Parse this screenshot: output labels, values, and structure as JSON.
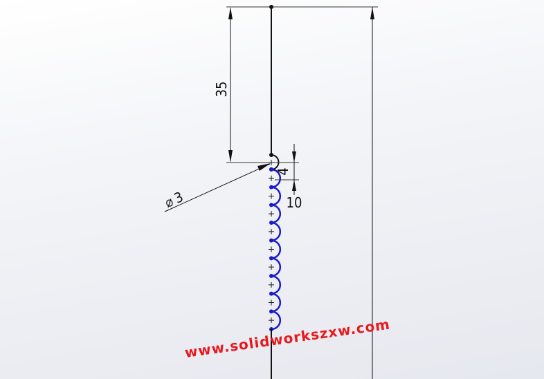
{
  "app": "SolidWorks sketch view",
  "colors": {
    "sketch_line": "#111111",
    "dimension_line": "#222222",
    "selected_geometry": "#1a1acc",
    "watermark": "#e8191e"
  },
  "dimensions": {
    "vertical_length": "35",
    "arc_spacing_small": "4",
    "arc_spacing_large": "10",
    "diameter_symbol": "⌀",
    "diameter_value": "3"
  },
  "sketch": {
    "black_arc_count": 1,
    "blue_arc_count": 9
  },
  "watermark": {
    "text": "www.solidworkszxw.com"
  }
}
